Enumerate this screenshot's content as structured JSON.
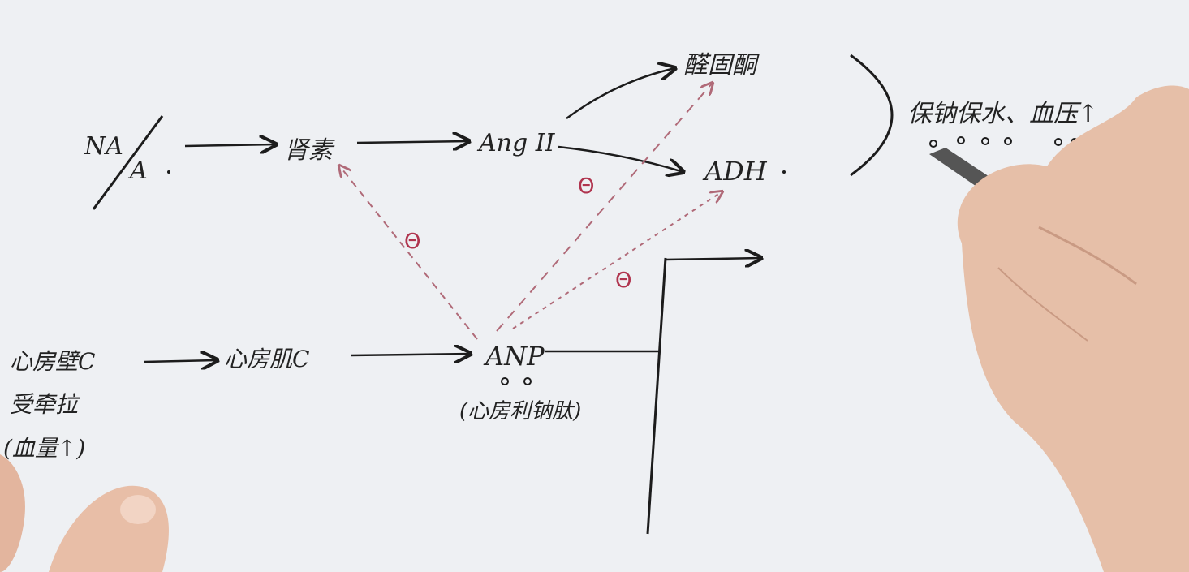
{
  "diagram": {
    "nodes": {
      "na": "NA",
      "a": "A",
      "renin": "肾素",
      "ang2": "Ang II",
      "aldosterone": "醛固酮",
      "adh": "ADH",
      "effect": "保钠保水、血压↑",
      "stretch_line1": "心房壁C",
      "stretch_line2": "受牵拉",
      "stretch_line3": "(血量↑)",
      "myocyte": "心房肌C",
      "anp": "ANP",
      "anp_full": "(心房利钠肽)"
    },
    "inhibit_symbol": "Θ",
    "colors": {
      "ink": "#1c1c1c",
      "inhibit_dash": "#b06a78",
      "inhibit_symbol": "#b0344e",
      "paper": "#eef0f3"
    }
  }
}
